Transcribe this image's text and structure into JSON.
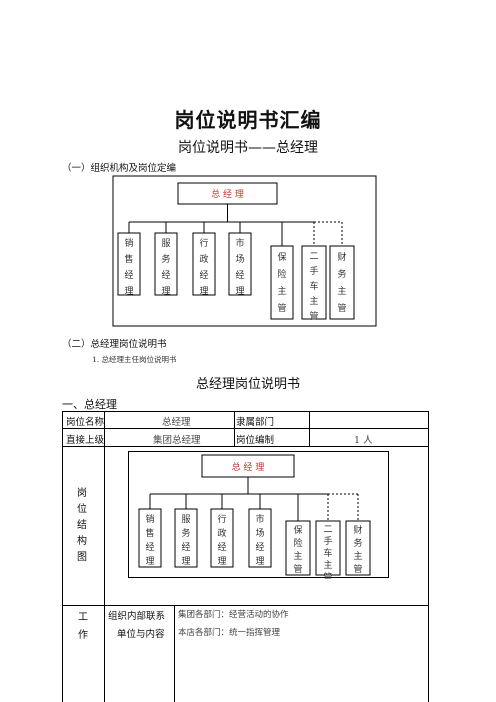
{
  "doc": {
    "title": "岗位说明书汇编",
    "subtitle": "岗位说明书——总经理",
    "section1": "（一）组织机构及岗位定编",
    "section2": "（二）总经理岗位说明书",
    "item1": "1.  总经理主任岗位说明书",
    "center_title": "总经理岗位说明书",
    "heading1": "一、总经理"
  },
  "org": {
    "top": "总 经 理",
    "boxes": [
      "销售经理",
      "服务经理",
      "行政经理",
      "市场经理",
      "保险主管",
      "二手车主管",
      "财务主管"
    ]
  },
  "table": {
    "r1c1": "岗位名称",
    "r1c2": "总经理",
    "r1c3": "隶属部门",
    "r1c4": "",
    "r2c1": "直接上级",
    "r2c2": "集团总经理",
    "r2c3": "岗位编制",
    "r2c4": "1 人",
    "r3c1": "岗位结构图",
    "r4c1": "工作",
    "r4c2a": "组织内部联系",
    "r4c2b": "单位与内容",
    "r4c3a": "集团各部门：经营活动的协作",
    "r4c3b": "本店各部门：统一指挥管理"
  }
}
